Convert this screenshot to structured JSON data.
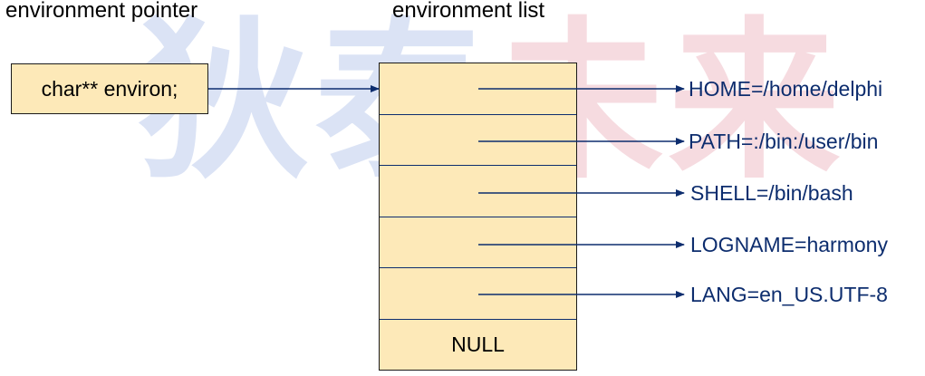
{
  "colors": {
    "cell_fill": "#fde9b8",
    "box_fill": "#fde9b8",
    "arrow": "#0d2d6e",
    "entry_text": "#0d2d6e",
    "watermark_blue": "#dbe3f5",
    "watermark_pink": "#f6dbe0"
  },
  "watermark": {
    "chars": [
      "狄",
      "泰",
      "未",
      "来"
    ]
  },
  "labels": {
    "pointer_title": "environment pointer",
    "list_title": "environment list"
  },
  "pointer": {
    "text": "char** environ;"
  },
  "environment_list": {
    "entries": [
      "HOME=/home/delphi",
      "PATH=:/bin:/user/bin",
      "SHELL=/bin/bash",
      "LOGNAME=harmony",
      "LANG=en_US.UTF-8"
    ],
    "terminator": "NULL"
  }
}
